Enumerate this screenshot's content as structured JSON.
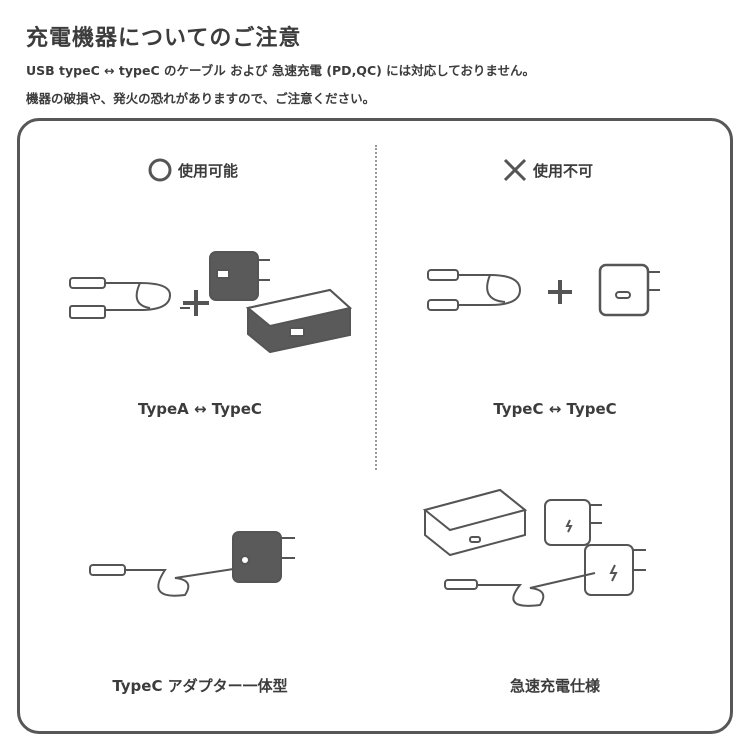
{
  "title": "充電機器についてのご注意",
  "subtitle_line1": "USB typeC ↔ typeC のケーブル および 急速充電 (PD,QC) には対応しておりません。",
  "subtitle_line2": "機器の破損や、発火の恐れがありますので、ご注意ください。",
  "ok_section": {
    "heading": "使用可能",
    "icon": "circle-icon",
    "items": [
      {
        "label": "TypeA ↔ TypeC"
      },
      {
        "label": "TypeC アダプター一体型"
      }
    ]
  },
  "ng_section": {
    "heading": "使用不可",
    "icon": "cross-icon",
    "items": [
      {
        "label": "TypeC ↔ TypeC"
      },
      {
        "label": "急速充電仕様"
      }
    ]
  },
  "colors": {
    "text": "#3c3c3c",
    "border": "#575757",
    "device": "#5a5a5a"
  }
}
